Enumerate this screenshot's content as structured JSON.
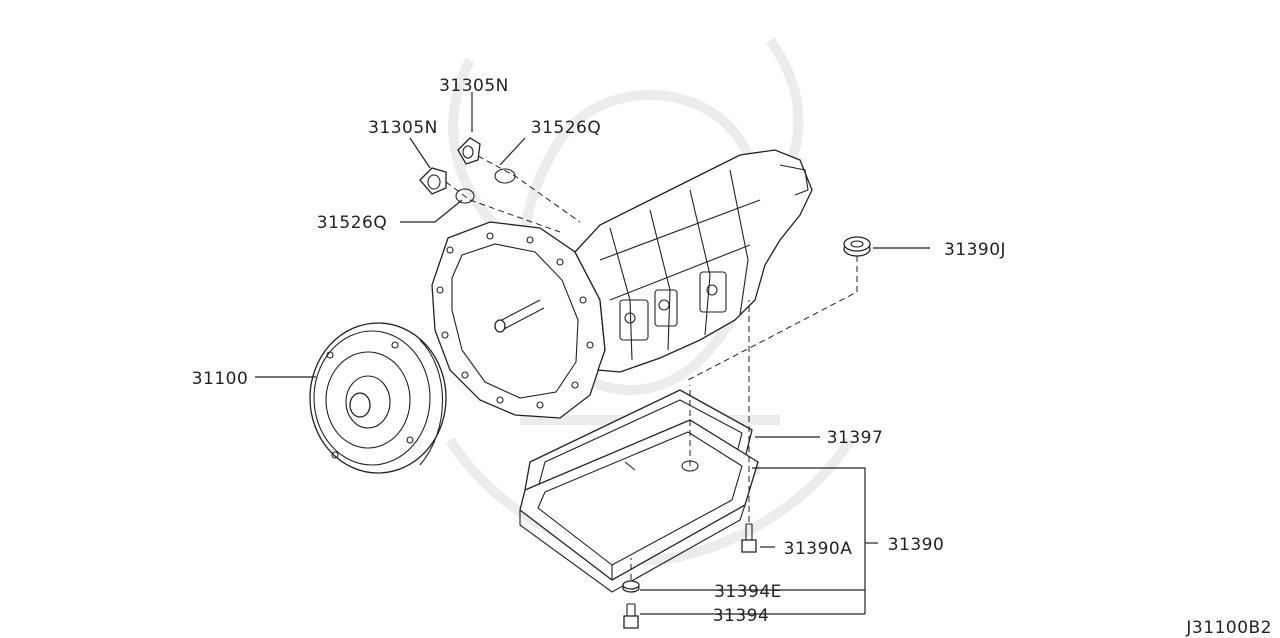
{
  "diagram": {
    "code": "J31100B2",
    "callouts": [
      {
        "id": "c1",
        "label": "31305N"
      },
      {
        "id": "c2",
        "label": "31305N"
      },
      {
        "id": "c3",
        "label": "31526Q"
      },
      {
        "id": "c4",
        "label": "31526Q"
      },
      {
        "id": "c5",
        "label": "31390J"
      },
      {
        "id": "c6",
        "label": "31100"
      },
      {
        "id": "c7",
        "label": "31397"
      },
      {
        "id": "c8",
        "label": "31390A"
      },
      {
        "id": "c9",
        "label": "31390"
      },
      {
        "id": "c10",
        "label": "31394E"
      },
      {
        "id": "c11",
        "label": "31394"
      }
    ]
  },
  "colors": {
    "line": "#222222",
    "watermark": "#ececec",
    "background": "#ffffff"
  }
}
